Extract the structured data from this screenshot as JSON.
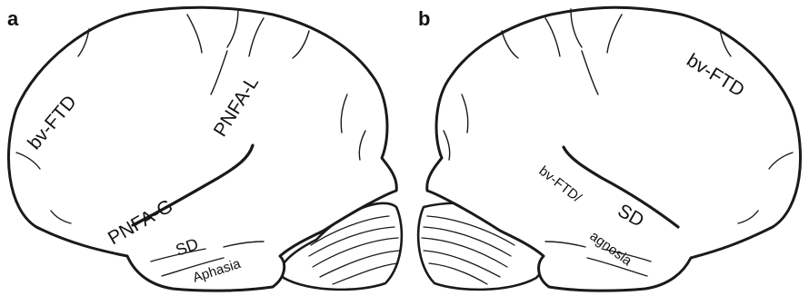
{
  "panels": {
    "a": {
      "letter": "a",
      "labels": {
        "bv_ftd": "bv-FTD",
        "pnfa_l": "PNFA-L",
        "pnfa_g": "PNFA-G",
        "sd": "SD",
        "aphasia": "Aphasia"
      }
    },
    "b": {
      "letter": "b",
      "labels": {
        "bv_ftd": "bv-FTD",
        "bv_ftd_slash": "bv-FTD/",
        "sd": "SD",
        "agnosia": "agnosia"
      }
    }
  },
  "colors": {
    "line": "#1a1a1a",
    "background": "#ffffff"
  }
}
